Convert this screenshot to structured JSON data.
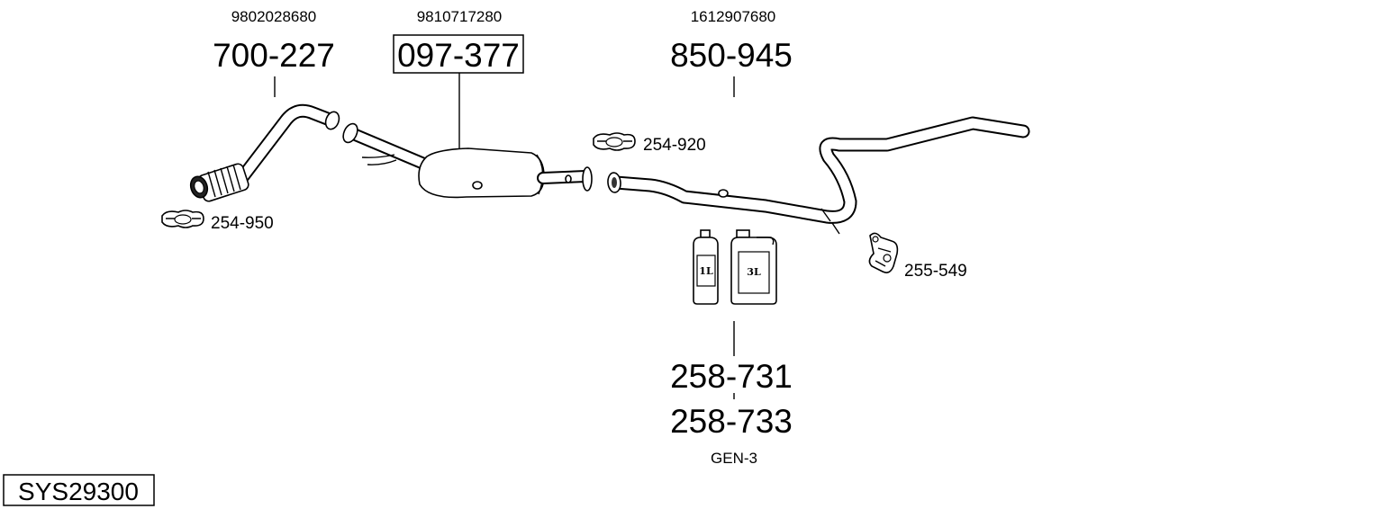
{
  "diagram": {
    "system_code": "SYS29300",
    "parts": [
      {
        "oem": "9802028680",
        "part_no": "700-227"
      },
      {
        "oem": "9810717280",
        "part_no": "097-377"
      },
      {
        "oem": "1612907680",
        "part_no": "850-945"
      }
    ],
    "clamps": [
      {
        "part_no": "254-920"
      },
      {
        "part_no": "254-950"
      }
    ],
    "mount": {
      "part_no": "255-549"
    },
    "fluids": {
      "bottle_label": "1L",
      "canister_label": "3L",
      "part_no_1": "258-731",
      "part_no_2": "258-733",
      "note": "GEN-3"
    }
  }
}
